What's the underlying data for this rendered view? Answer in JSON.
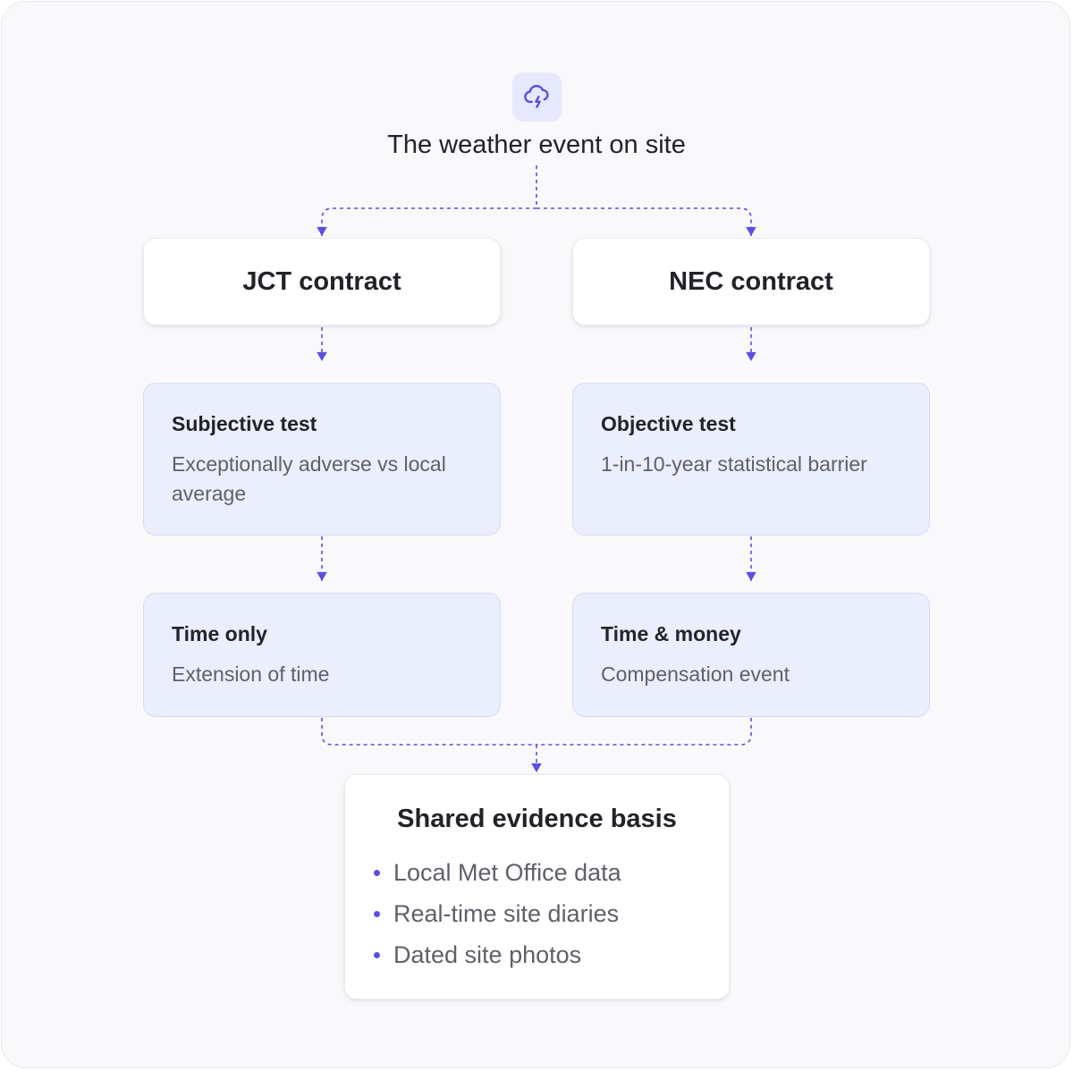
{
  "header": {
    "icon": "storm-cloud-icon",
    "title": "The weather event on site"
  },
  "columns": [
    {
      "contract": "JCT contract",
      "test": {
        "title": "Subjective test",
        "body": "Exceptionally adverse vs local average"
      },
      "outcome": {
        "title": "Time only",
        "body": "Extension of time"
      }
    },
    {
      "contract": "NEC contract",
      "test": {
        "title": "Objective test",
        "body": "1-in-10-year statistical barrier"
      },
      "outcome": {
        "title": "Time & money",
        "body": "Compensation event"
      }
    }
  ],
  "evidence": {
    "title": "Shared evidence basis",
    "items": [
      "Local Met Office data",
      "Real-time site diaries",
      "Dated site photos"
    ]
  },
  "colors": {
    "accent": "#5a4fe0",
    "card_blue": "#eaeefd",
    "icon_tile": "#e6e9fd",
    "background": "#f9f9fb"
  }
}
